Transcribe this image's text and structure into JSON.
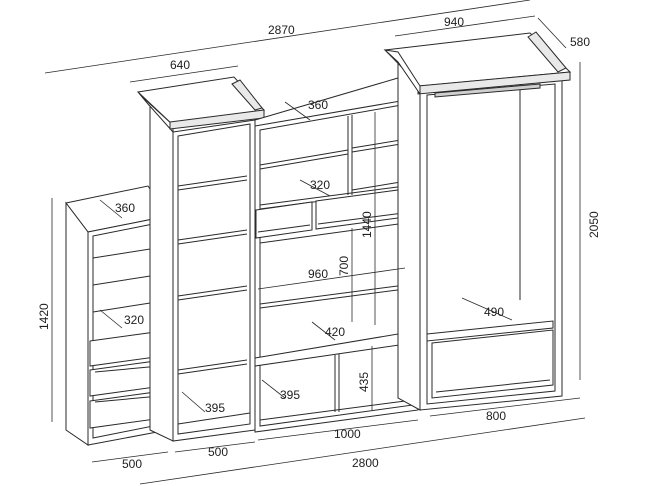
{
  "dimensions": {
    "total_width_top": "2870",
    "wardrobe_width_top": "940",
    "wardrobe_depth": "580",
    "tall_case_width_top": "640",
    "tv_shelf_depth": "360",
    "left_case_depth": "360",
    "tv_inner_depth": "320",
    "tv_upper_height": "1440",
    "tv_niche_height": "700",
    "tv_niche_width": "960",
    "tv_base_depth": "420",
    "tv_base_height": "435",
    "tv_base_shelf_depth": "395",
    "tall_case_shelf_depth": "395",
    "left_case_shelf_depth": "320",
    "left_case_height": "1420",
    "wardrobe_height": "2050",
    "wardrobe_inner_depth": "490",
    "left_case_width": "500",
    "tall_case_width": "500",
    "tv_unit_width": "1000",
    "wardrobe_width": "800",
    "total_width_bottom": "2800"
  }
}
